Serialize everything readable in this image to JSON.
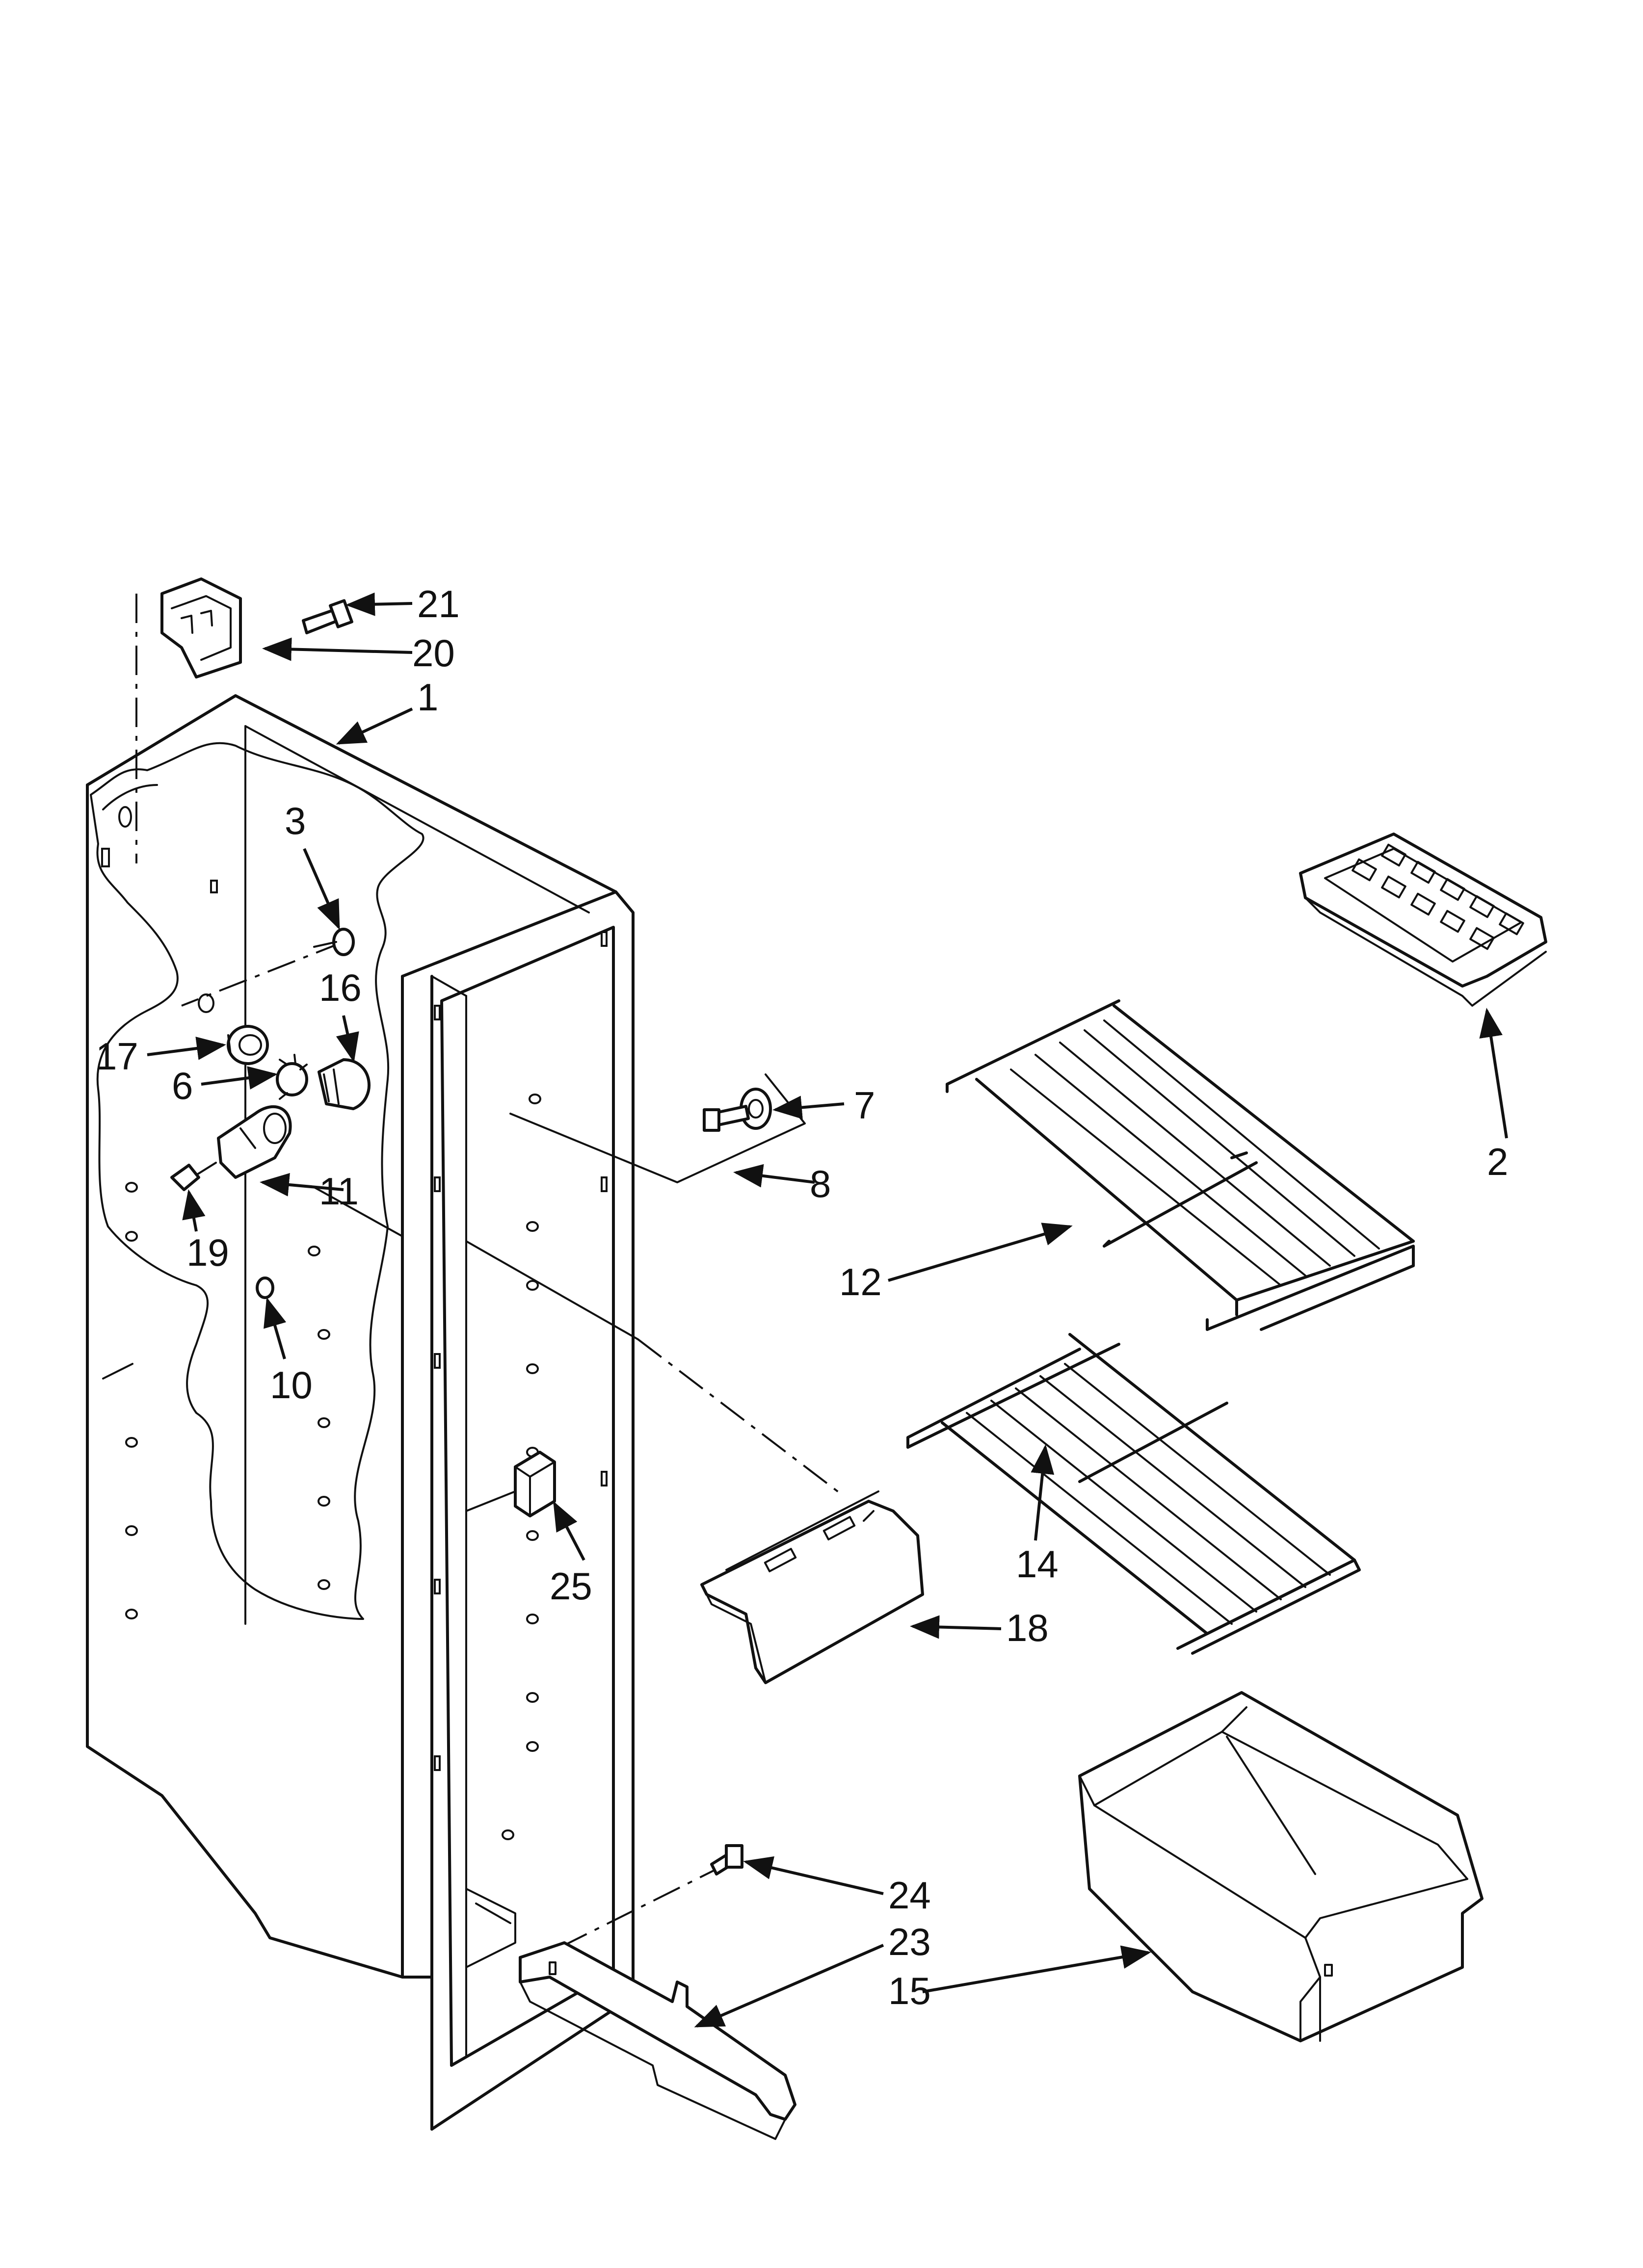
{
  "callouts": [
    {
      "id": "c21",
      "label": "21"
    },
    {
      "id": "c20",
      "label": "20"
    },
    {
      "id": "c1",
      "label": "1"
    },
    {
      "id": "c3",
      "label": "3"
    },
    {
      "id": "c16",
      "label": "16"
    },
    {
      "id": "c17",
      "label": "17"
    },
    {
      "id": "c6",
      "label": "6"
    },
    {
      "id": "c11",
      "label": "11"
    },
    {
      "id": "c19",
      "label": "19"
    },
    {
      "id": "c10",
      "label": "10"
    },
    {
      "id": "c7",
      "label": "7"
    },
    {
      "id": "c8",
      "label": "8"
    },
    {
      "id": "c2",
      "label": "2"
    },
    {
      "id": "c12",
      "label": "12"
    },
    {
      "id": "c14",
      "label": "14"
    },
    {
      "id": "c18",
      "label": "18"
    },
    {
      "id": "c25",
      "label": "25"
    },
    {
      "id": "c24",
      "label": "24"
    },
    {
      "id": "c23",
      "label": "23"
    },
    {
      "id": "c15",
      "label": "15"
    }
  ]
}
